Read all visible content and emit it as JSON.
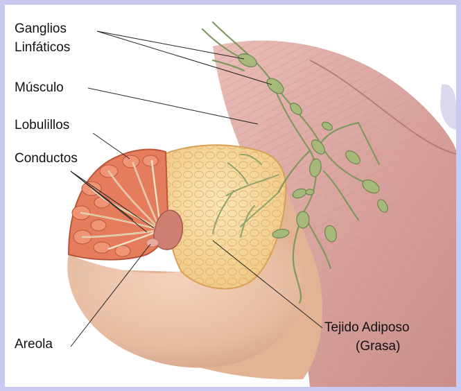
{
  "colors": {
    "frame": "#c9c9f2",
    "muscle": "#d9a39e",
    "skin": "#e7bda2",
    "fat": "#f3d08c",
    "lobules": "#e57d5d",
    "lymph": "#8fa46a",
    "nipple": "#cf7f72"
  },
  "labels": {
    "ganglios_line1": "Ganglios",
    "ganglios_line2": "Linfáticos",
    "musculo": "Músculo",
    "lobulillos": "Lobulillos",
    "conductos": "Conductos",
    "areola": "Areola",
    "tejido_line1": "Tejido Adiposo",
    "tejido_line2": "(Grasa)"
  }
}
